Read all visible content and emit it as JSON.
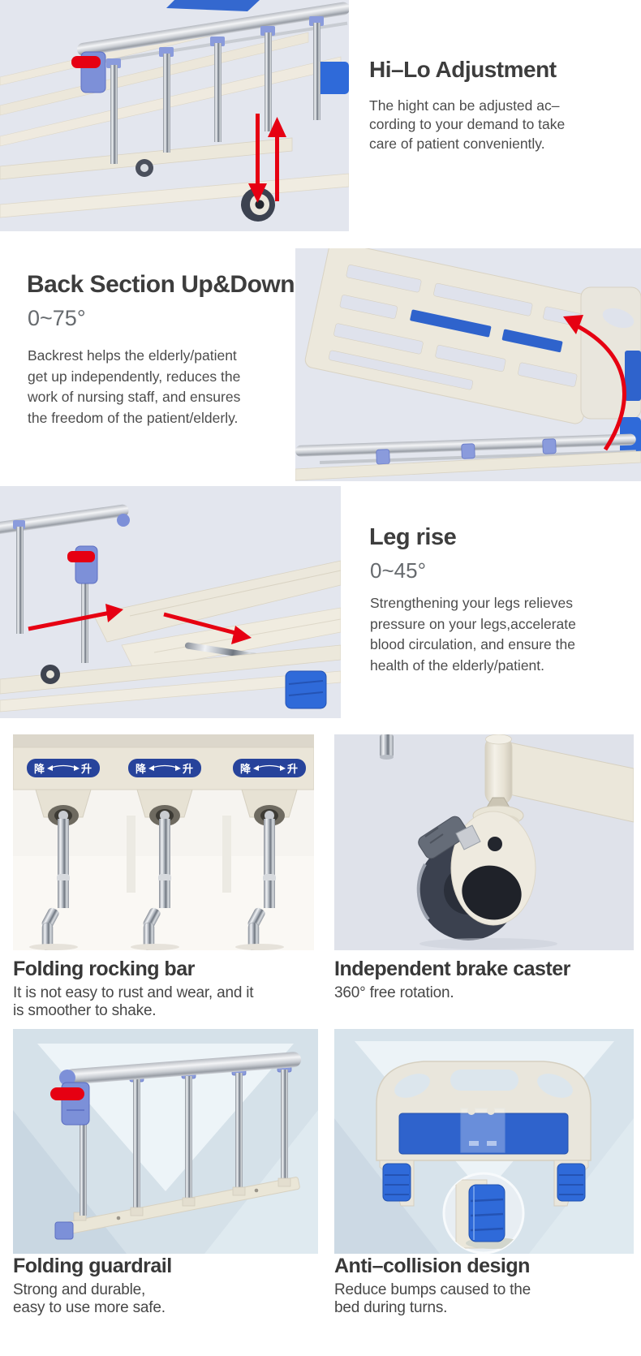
{
  "colors": {
    "arrow_red": "#e60012",
    "accent_blue": "#2f63cc",
    "corner_blue": "#2f6ad9",
    "label_navy": "#27439b",
    "photo_bg_lavender": "#e3e6ee",
    "photo_bg_cool": "#dfe2ea",
    "frame_beige": "#ece8db"
  },
  "features": [
    {
      "id": "hi-lo",
      "title": "Hi–Lo Adjustment",
      "body": "The hight can be adjusted ac–\ncording to your demand to take\ncare of patient conveniently."
    },
    {
      "id": "back-section",
      "title": "Back Section Up&Down",
      "range": "0~75°",
      "body": "Backrest helps the elderly/patient\nget up independently, reduces the\nwork of nursing staff, and ensures\nthe freedom of the patient/elderly."
    },
    {
      "id": "leg-rise",
      "title": "Leg rise",
      "range": "0~45°",
      "body": "Strengthening your legs relieves\npressure on your legs,accelerate\nblood circulation, and ensure the\nhealth of the elderly/patient."
    },
    {
      "id": "folding-rocking-bar",
      "title": "Folding rocking bar",
      "body": "It is not easy to rust and wear, and it\nis smoother to shake."
    },
    {
      "id": "independent-brake-caster",
      "title": "Independent brake caster",
      "body": "360° free rotation."
    },
    {
      "id": "folding-guardrail",
      "title": "Folding guardrail",
      "body": "Strong and durable,\neasy to use more safe."
    },
    {
      "id": "anti-collision",
      "title": "Anti–collision design",
      "body": "Reduce bumps caused to the\nbed during turns."
    }
  ],
  "photo_labels": {
    "crank_down": "降",
    "crank_up": "升"
  }
}
